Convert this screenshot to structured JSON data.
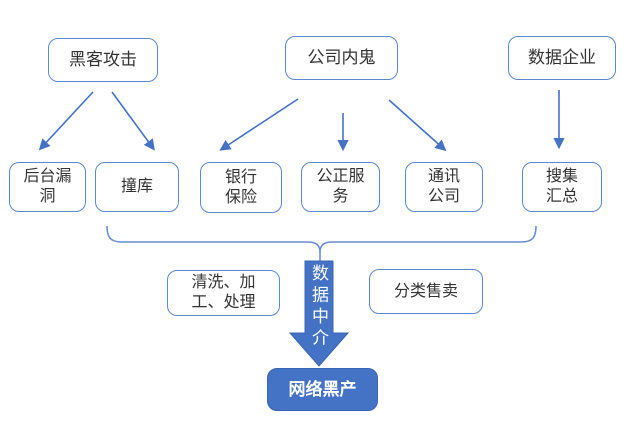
{
  "colors": {
    "accent": "#4472c4",
    "box_border": "#5b87d0",
    "brace": "#6a8fd3",
    "box_text": "#333333",
    "arrow_text": "#ffffff",
    "background": "#ffffff"
  },
  "diagram": {
    "sources": [
      {
        "label": "黑客攻击"
      },
      {
        "label": "公司内鬼"
      },
      {
        "label": "数据企业"
      }
    ],
    "channels": [
      {
        "label": "后台漏\n洞"
      },
      {
        "label": "撞库"
      },
      {
        "label": "银行\n保险"
      },
      {
        "label": "公正服\n务"
      },
      {
        "label": "通讯\n公司"
      },
      {
        "label": "搜集\n汇总"
      }
    ],
    "process": [
      {
        "label": "清洗、加\n工、处理"
      },
      {
        "label": "分类售卖"
      }
    ],
    "broker": {
      "label": "数据中介"
    },
    "final": {
      "label": "网络黑产"
    }
  }
}
